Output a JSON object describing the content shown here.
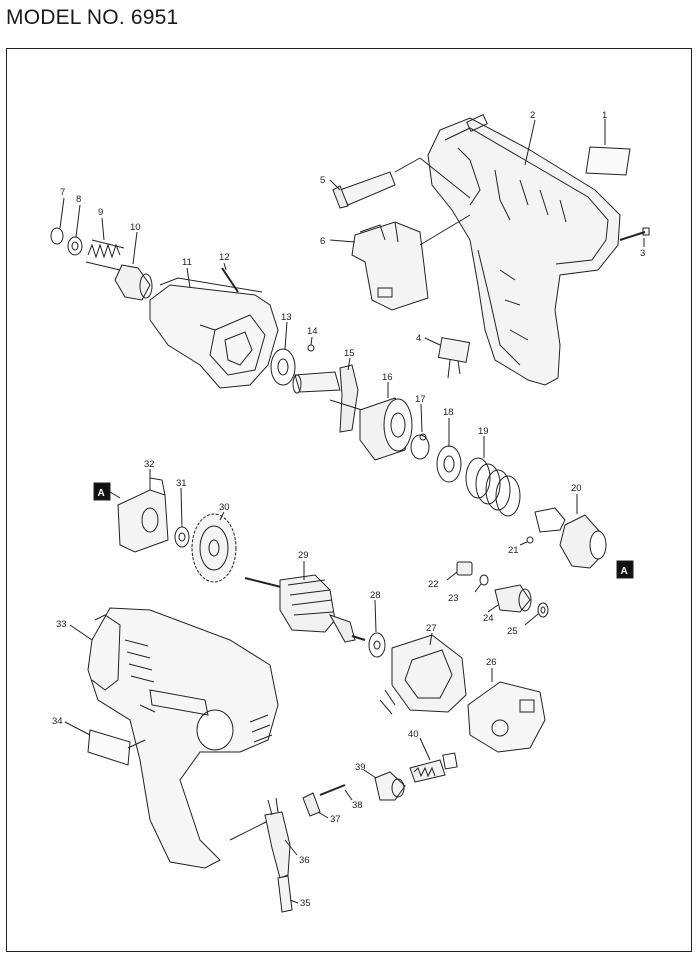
{
  "title": "MODEL NO. 6951",
  "marker_label": "A",
  "parts": [
    {
      "id": "1",
      "n": "1"
    },
    {
      "id": "2",
      "n": "2"
    },
    {
      "id": "3",
      "n": "3"
    },
    {
      "id": "4",
      "n": "4"
    },
    {
      "id": "5",
      "n": "5"
    },
    {
      "id": "6",
      "n": "6"
    },
    {
      "id": "7",
      "n": "7"
    },
    {
      "id": "8",
      "n": "8"
    },
    {
      "id": "9",
      "n": "9"
    },
    {
      "id": "10",
      "n": "10"
    },
    {
      "id": "11",
      "n": "11"
    },
    {
      "id": "12",
      "n": "12"
    },
    {
      "id": "13",
      "n": "13"
    },
    {
      "id": "14",
      "n": "14"
    },
    {
      "id": "15",
      "n": "15"
    },
    {
      "id": "16",
      "n": "16"
    },
    {
      "id": "17",
      "n": "17"
    },
    {
      "id": "18",
      "n": "18"
    },
    {
      "id": "19",
      "n": "19"
    },
    {
      "id": "20",
      "n": "20"
    },
    {
      "id": "21",
      "n": "21"
    },
    {
      "id": "22",
      "n": "22"
    },
    {
      "id": "23",
      "n": "23"
    },
    {
      "id": "24",
      "n": "24"
    },
    {
      "id": "25",
      "n": "25"
    },
    {
      "id": "26",
      "n": "26"
    },
    {
      "id": "27",
      "n": "27"
    },
    {
      "id": "28",
      "n": "28"
    },
    {
      "id": "29",
      "n": "29"
    },
    {
      "id": "30",
      "n": "30"
    },
    {
      "id": "31",
      "n": "31"
    },
    {
      "id": "32",
      "n": "32"
    },
    {
      "id": "33",
      "n": "33"
    },
    {
      "id": "34",
      "n": "34"
    },
    {
      "id": "35",
      "n": "35"
    },
    {
      "id": "36",
      "n": "36"
    },
    {
      "id": "37",
      "n": "37"
    },
    {
      "id": "38",
      "n": "38"
    },
    {
      "id": "39",
      "n": "39"
    },
    {
      "id": "40",
      "n": "40"
    }
  ]
}
